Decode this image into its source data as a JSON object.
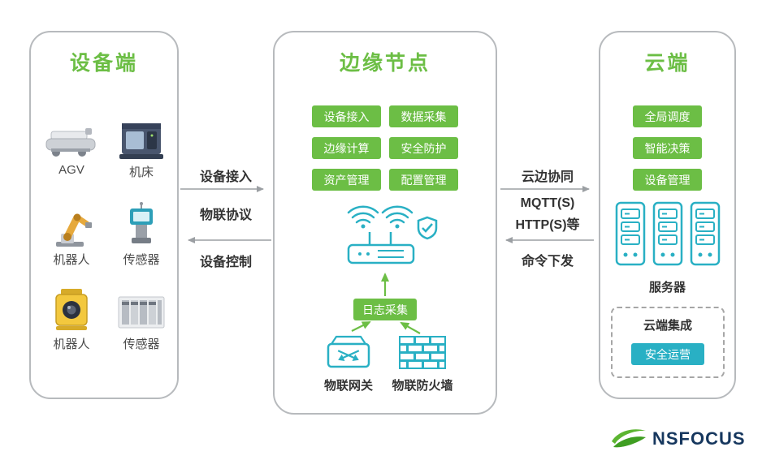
{
  "colors": {
    "green": "#6cbe45",
    "teal": "#29b0c4",
    "connector_gray": "#9b9fa3",
    "logo_navy": "#16375e"
  },
  "panels": {
    "device": {
      "title": "设备端",
      "items": [
        {
          "label": "AGV",
          "icon": "agv-icon"
        },
        {
          "label": "机床",
          "icon": "machine-tool-icon"
        },
        {
          "label": "机器人",
          "icon": "robot-arm-icon"
        },
        {
          "label": "传感器",
          "icon": "sensor-transmitter-icon"
        },
        {
          "label": "机器人",
          "icon": "vision-camera-icon"
        },
        {
          "label": "传感器",
          "icon": "sensor-rack-icon"
        }
      ]
    },
    "edge": {
      "title": "边缘节点",
      "functions": [
        "设备接入",
        "数据采集",
        "边缘计算",
        "安全防护",
        "资产管理",
        "配置管理"
      ],
      "log_label": "日志采集",
      "gateway_label": "物联网关",
      "firewall_label": "物联防火墙"
    },
    "cloud": {
      "title": "云端",
      "functions": [
        "全局调度",
        "智能决策",
        "设备管理"
      ],
      "server_label": "服务器",
      "integration_label": "云端集成",
      "security_ops_label": "安全运营"
    }
  },
  "links": {
    "left": {
      "top_label": "设备接入",
      "mid_label": "物联协议",
      "bottom_label": "设备控制"
    },
    "right": {
      "top_label": "云边协同",
      "protocol_line1": "MQTT(S)",
      "protocol_line2": "HTTP(S)等",
      "bottom_label": "命令下发"
    }
  },
  "logo": {
    "text": "NSFOCUS"
  }
}
